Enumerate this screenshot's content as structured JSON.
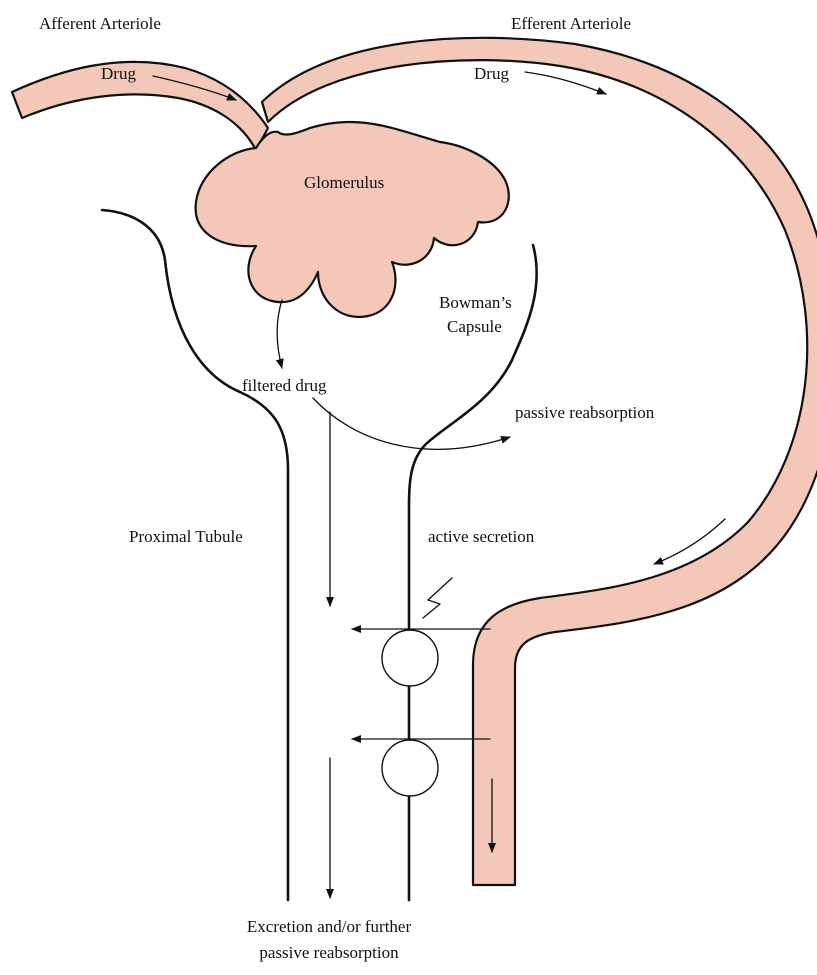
{
  "labels": {
    "afferent_arteriole": "Afferent Arteriole",
    "efferent_arteriole": "Efferent Arteriole",
    "drug_afferent": "Drug",
    "drug_efferent": "Drug",
    "glomerulus": "Glomerulus",
    "bowmans_capsule_line1": "Bowman’s",
    "bowmans_capsule_line2": "Capsule",
    "filtered_drug": "filtered drug",
    "passive_reabsorption": "passive reabsorption",
    "proximal_tubule": "Proximal Tubule",
    "active_secretion": "active secretion",
    "excretion_line1": "Excretion and/or further",
    "excretion_line2": "passive reabsorption"
  },
  "colors": {
    "vessel_fill": "#f3c8b8",
    "stroke": "#111111",
    "background": "#ffffff"
  }
}
